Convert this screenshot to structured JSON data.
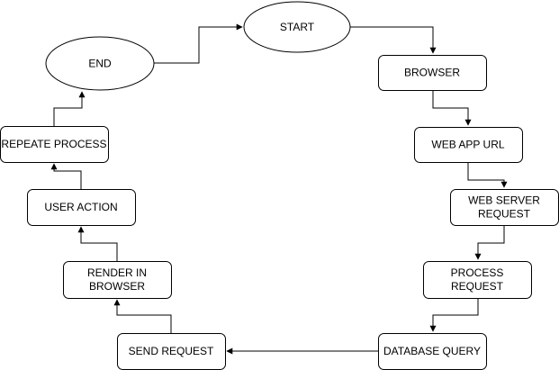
{
  "diagram": {
    "nodes": [
      {
        "id": "start",
        "shape": "ellipse",
        "lines": [
          "START"
        ]
      },
      {
        "id": "end",
        "shape": "ellipse",
        "lines": [
          "END"
        ]
      },
      {
        "id": "browser",
        "shape": "rect",
        "lines": [
          "BROWSER"
        ]
      },
      {
        "id": "web-app-url",
        "shape": "rect",
        "lines": [
          "WEB APP URL"
        ]
      },
      {
        "id": "web-server-request",
        "shape": "rect",
        "lines": [
          "WEB SERVER",
          "REQUEST"
        ]
      },
      {
        "id": "process-request",
        "shape": "rect",
        "lines": [
          "PROCESS",
          "REQUEST"
        ]
      },
      {
        "id": "database-query",
        "shape": "rect",
        "lines": [
          "DATABASE QUERY"
        ]
      },
      {
        "id": "send-request",
        "shape": "rect",
        "lines": [
          "SEND REQUEST"
        ]
      },
      {
        "id": "render-in-browser",
        "shape": "rect",
        "lines": [
          "RENDER IN",
          "BROWSER"
        ]
      },
      {
        "id": "user-action",
        "shape": "rect",
        "lines": [
          "USER ACTION"
        ]
      },
      {
        "id": "repeate-process",
        "shape": "rect",
        "lines": [
          "REPEATE PROCESS"
        ]
      }
    ],
    "edges": [
      {
        "from": "start",
        "to": "browser"
      },
      {
        "from": "browser",
        "to": "web-app-url"
      },
      {
        "from": "web-app-url",
        "to": "web-server-request"
      },
      {
        "from": "web-server-request",
        "to": "process-request"
      },
      {
        "from": "process-request",
        "to": "database-query"
      },
      {
        "from": "database-query",
        "to": "send-request"
      },
      {
        "from": "send-request",
        "to": "render-in-browser"
      },
      {
        "from": "render-in-browser",
        "to": "user-action"
      },
      {
        "from": "user-action",
        "to": "repeate-process"
      },
      {
        "from": "repeate-process",
        "to": "end"
      },
      {
        "from": "end",
        "to": "start"
      }
    ]
  }
}
